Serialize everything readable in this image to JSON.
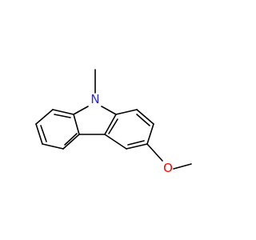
{
  "diagram": {
    "type": "skeletal-structure",
    "atoms": [
      {
        "id": "N9",
        "label": "N",
        "color": "#2a2ae0"
      },
      {
        "id": "O",
        "label": "O",
        "color": "#ff0000"
      }
    ],
    "bond_color": "#000000"
  }
}
